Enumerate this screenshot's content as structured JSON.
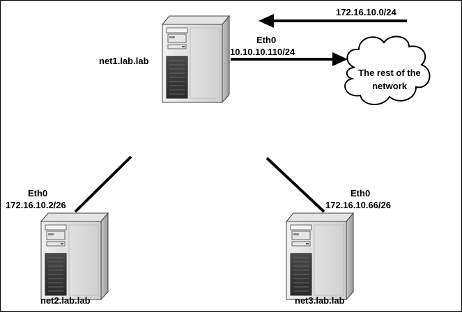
{
  "hosts": [
    {
      "id": "net1",
      "name": "net1.lab.lab"
    },
    {
      "id": "net2",
      "name": "net2.lab.lab",
      "iface": "Eth0",
      "ip": "172.16.10.2/26"
    },
    {
      "id": "net3",
      "name": "net3.lab.lab",
      "iface": "Eth0",
      "ip": "172.16.10.66/26"
    }
  ],
  "net1_interface": {
    "iface": "Eth0",
    "ip": "10.10.10.110/24"
  },
  "route_label": "172.16.10.0/24",
  "cloud": {
    "line1": "The rest of the",
    "line2": "network"
  },
  "colors": {
    "line": "#000000",
    "server_body": "#d8d8d8",
    "server_dark": "#555555"
  }
}
